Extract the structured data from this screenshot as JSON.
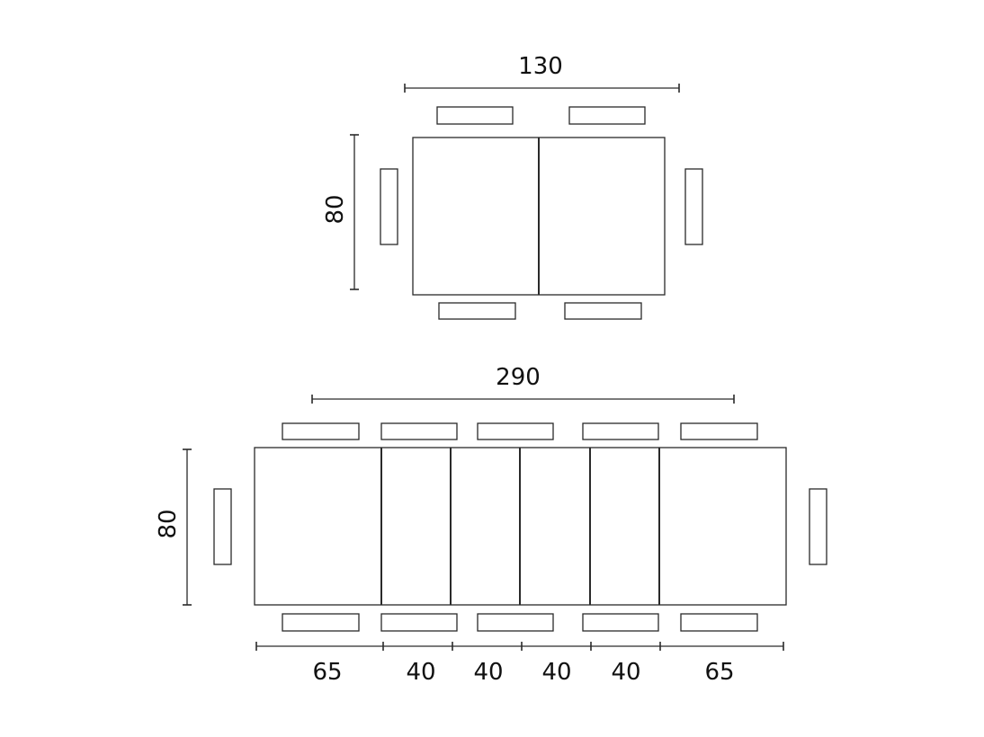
{
  "compact_table": {
    "width_label": "130",
    "depth_label": "80"
  },
  "extended_table": {
    "width_label": "290",
    "depth_label": "80",
    "segment_labels": [
      "65",
      "40",
      "40",
      "40",
      "40",
      "65"
    ]
  }
}
